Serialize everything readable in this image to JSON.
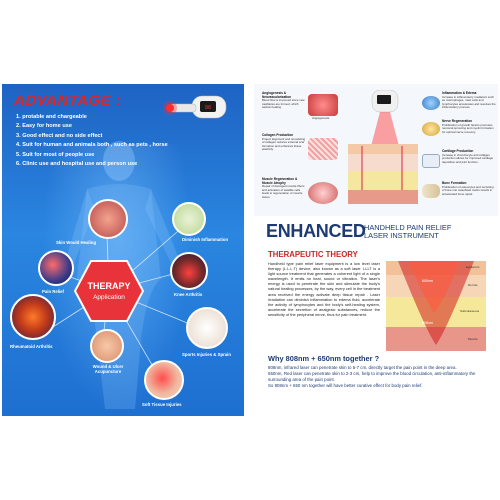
{
  "left": {
    "advantage_title": "ADVANTAGE :",
    "advantages": [
      "1. protable and chargeable",
      "2. Easy for home use",
      "3. Good effect and no side effect",
      "4. Suit for human and animals both , such as pets , horse",
      "5. Suit for most of people use",
      "6. Clinic use and hospital use and person use"
    ],
    "hub_title": "THERAPY",
    "hub_subtitle": "Application",
    "applications": [
      "Skin Would Healing",
      "Pain Relief",
      "Rheumatoid Arthritis",
      "Wound & Ulcer Acupuncture",
      "Soft Tissue Injuries",
      "Sports Injuries & Sprain",
      "Knee Arthritis",
      "Diminish Inflammation"
    ]
  },
  "right": {
    "annotations": {
      "angio_title": "Angiogenesis & Neovascularization",
      "angio_text": "Blood flow is improved since new capillaries are formed, which assists healing.",
      "angio_label": "Angiogenesis",
      "collagen_title": "Collagen Production",
      "collagen_text": "Project alignment and remodeling of collagen reduces external scar formation and enhances tissue elasticity.",
      "muscle_title": "Muscle Regeneration & Muscle Atrophy",
      "muscle_text": "Repair of damaged muscle fibers and activation of satellite cells leads to regeneration of muscle tissue.",
      "inflam_title": "Inflammation & Edema",
      "inflam_text": "Increase in inflammatory mediators such as macrophages, mast cells and lymphocytes accelerates and resolves the inflammatory process.",
      "nerve_title": "Nerve Regeneration",
      "nerve_text": "Proliferation of growth factors promotes neuronal sprouting and myelin formation for optimal nerve recovery.",
      "cartilage_title": "Cartilage Production",
      "cartilage_text": "Increase in chondrocyte and collagen production allows for improved cartilage deposition and joint function.",
      "bone_title": "Bone Formation",
      "bone_text": "Proliferation of osteocytes and recruiting of bone into osteoblast matrix results in accelerated bone repair."
    },
    "enhanced_title": "ENHANCED",
    "enhanced_sub1": "HANDHELD PAIN RELIEF",
    "enhanced_sub2": "LASER INSTRUMENT",
    "theory_title": "THERAPEUTIC THEORY",
    "theory_text": "Handheld type pain relief laser equipment is a low level laser therapy (L.L.L.T) device, also known as a soft laser. LLLT is a light source treatment that generates a coherent light of a single wavelength. It emits no heat, sound or vibration. The laser's energy is used to penetrate the skin and stimulate the body's natural healing processes, by the way, every cell in the treatment area received the energy activate deep tissue repair . Laser irradiation can diminish inflammation to edema fluid, accelerate the activity of lymphocytes and the body's self-healing system, accelerate the secretion of analgesic substances, reduce the sensitivity of the peripheral nerve, thus for pain treatment.",
    "layers": [
      "Epidermis",
      "Dermis",
      "Subcutaneous",
      "Muscle"
    ],
    "wavelength_labels": [
      "650nm",
      "808nm"
    ],
    "why_title": "Why 808nm + 650nm together ?",
    "why_lines": [
      "808nm, infrared laser can penetrate skin to 5-7 cm, directly target the pain point in the deep area.",
      "650nm, Red laser can penetrate skin to 2-3 cm, help to improve the blood circulation, anti-inflammatory the surrounding area of the pain point.",
      "So 808nm + 650 nm together will have better curative effect for body pain relief."
    ]
  },
  "colors": {
    "panel_blue": "#1e63c4",
    "accent_red": "#e32424",
    "navy": "#1d3a73"
  }
}
